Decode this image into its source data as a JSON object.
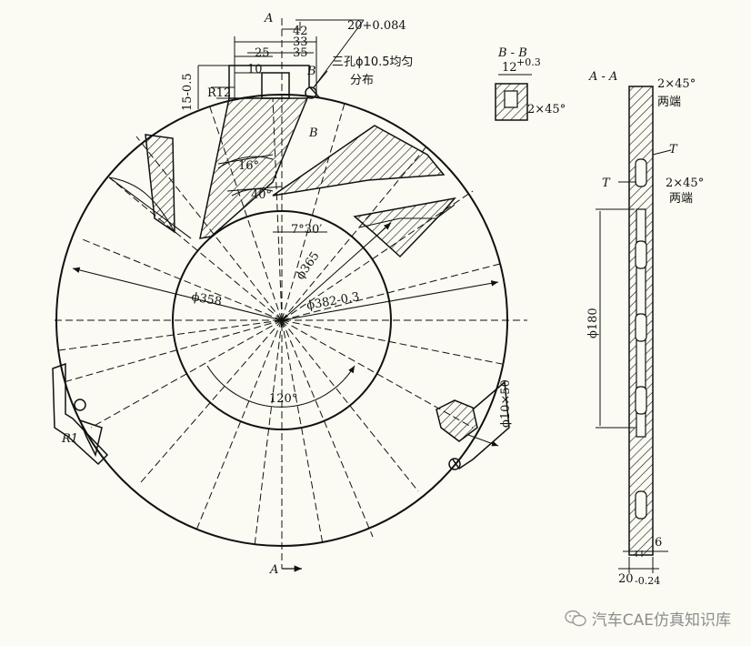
{
  "section_marks": {
    "a": "A",
    "b": "B"
  },
  "dims": {
    "d42": "42",
    "d33": "33",
    "d35": "35",
    "d25": "25",
    "d10": "10",
    "tol_20": "20+0.084",
    "r12": "R12",
    "h15": "15-0.5",
    "ang16": "16°",
    "ang40": "40°",
    "ang730": "7°30′",
    "d365": "ϕ365",
    "d358": "ϕ358",
    "d382": "ϕ382-0.3",
    "ang120": "120°",
    "d10_x50": "ϕ10×50",
    "r1": "R1"
  },
  "notes": {
    "holes_line1": "三孔ϕ10.5均匀",
    "holes_line2": "分布"
  },
  "section_bb": {
    "title": "B - B",
    "dim12": "12",
    "dim12_tol": "+0.3",
    "chamfer": "2×45°"
  },
  "section_aa": {
    "title": "A - A",
    "chamfer_top": "2×45°",
    "both_ends_top": "两端",
    "t_right": "T",
    "t_left": "T",
    "chamfer_mid": "2×45°",
    "both_ends_mid": "两端",
    "d180": "ϕ180",
    "dim6": "6",
    "dim20": "20",
    "dim20_tol": "-0.24"
  },
  "watermark": {
    "text": "汽车CAE仿真知识库",
    "icon": "wechat-icon"
  }
}
